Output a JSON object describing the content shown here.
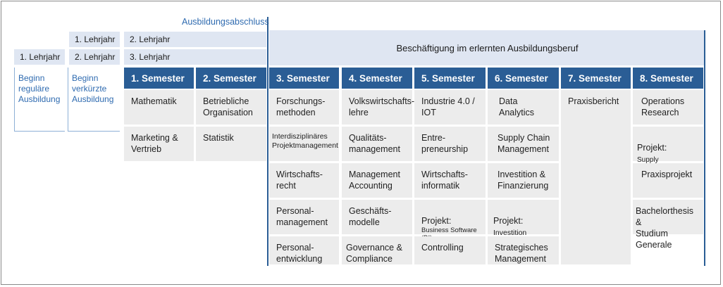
{
  "header": {
    "ausbildungsabschluss": "Ausbildungsabschluss",
    "beschaeftigung": "Beschäftigung im erlernten Ausbildungsberuf"
  },
  "lehrjahre": {
    "row1": [
      "1. Lehrjahr",
      "2. Lehrjahr"
    ],
    "row2": [
      "1. Lehrjahr",
      "2. Lehrjahr",
      "3. Lehrjahr"
    ],
    "row2_left": "1. Lehrjahr",
    "row2_mid": "2. Lehrjahr",
    "row2_right": "3. Lehrjahr"
  },
  "beginn": {
    "regulaer": "Beginn\nreguläre\nAusbildung",
    "verkuerzt": "Beginn\nverkürzte\nAusbildung"
  },
  "semesters": [
    {
      "title": "1. Semester",
      "cells": [
        "Mathematik",
        "Marketing &\nVertrieb"
      ]
    },
    {
      "title": "2. Semester",
      "cells": [
        "Betriebliche\nOrganisation",
        "Statistik"
      ]
    },
    {
      "title": "3. Semester",
      "cells": [
        "Forschungs-\nmethoden",
        "Interdisziplinäres\nProjektmanagement",
        "Wirtschafts-\nrecht",
        "Personal-\nmanagement",
        "Personal-\nentwicklung"
      ]
    },
    {
      "title": "4. Semester",
      "cells": [
        "Volkswirtschafts-\nlehre",
        "Qualitäts-\nmanagement",
        "Management\nAccounting",
        "Geschäfts-\nmodelle",
        "Governance &\nCompliance"
      ]
    },
    {
      "title": "5. Semester",
      "cells": [
        "Industrie 4.0 /\nIOT",
        "Entre-\npreneurship",
        "Wirtschafts-\ninformatik",
        "Projekt:",
        "Controlling"
      ],
      "project_sub": "Business Software\n(BI)"
    },
    {
      "title": "6. Semester",
      "cells": [
        "Data Analytics",
        "Supply Chain\nManagement",
        "Investition &\nFinanzierung",
        "Projekt:",
        "Strategisches\nManagement"
      ],
      "project_sub": "Investition\n& Finanzierung"
    },
    {
      "title": "7. Semester",
      "cells": [
        "Praxisbericht"
      ]
    },
    {
      "title": "8. Semester",
      "cells": [
        "Operations\nResearch",
        "Projekt:",
        "Praxisprojekt",
        "Bachelorthesis &\nStudium Generale"
      ],
      "project_sub": "Supply\nChain Management"
    }
  ]
}
